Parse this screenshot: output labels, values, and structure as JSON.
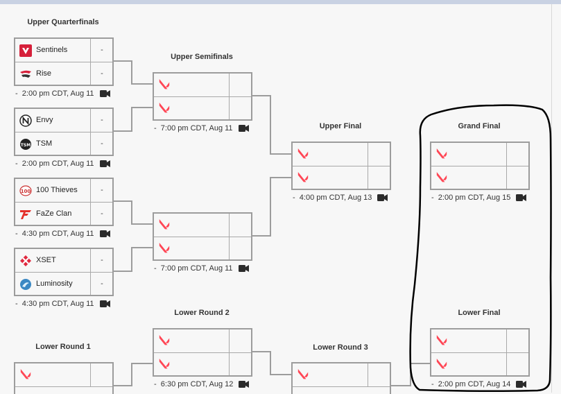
{
  "colors": {
    "valorant_red": "#ff4655",
    "border": "#9c9c9c",
    "annotation": "#000000"
  },
  "titles": {
    "upper_qf": "Upper Quarterfinals",
    "upper_sf": "Upper Semifinals",
    "upper_final": "Upper Final",
    "grand_final": "Grand Final",
    "lower_r1": "Lower Round 1",
    "lower_r2": "Lower Round 2",
    "lower_r3": "Lower Round 3",
    "lower_final": "Lower Final"
  },
  "matches": {
    "qf1": {
      "team1": "Sentinels",
      "team2": "Rise",
      "score1": "-",
      "score2": "-",
      "time": "2:00 pm CDT, Aug 11"
    },
    "qf2": {
      "team1": "Envy",
      "team2": "TSM",
      "score1": "-",
      "score2": "-",
      "time": "2:00 pm CDT, Aug 11"
    },
    "qf3": {
      "team1": "100 Thieves",
      "team2": "FaZe Clan",
      "score1": "-",
      "score2": "-",
      "time": "4:30 pm CDT, Aug 11"
    },
    "qf4": {
      "team1": "XSET",
      "team2": "Luminosity",
      "score1": "-",
      "score2": "-",
      "time": "4:30 pm CDT, Aug 11"
    },
    "sf1": {
      "time": "7:00 pm CDT, Aug 11"
    },
    "sf2": {
      "time": "7:00 pm CDT, Aug 11"
    },
    "uf": {
      "time": "4:00 pm CDT, Aug 13"
    },
    "gf": {
      "time": "2:00 pm CDT, Aug 15"
    },
    "lr2": {
      "time": "6:30 pm CDT, Aug 12"
    },
    "lf": {
      "time": "2:00 pm CDT, Aug 14"
    }
  },
  "icons": {
    "sentinels": "sentinels-logo-icon",
    "rise": "rise-logo-icon",
    "envy": "envy-logo-icon",
    "tsm": "tsm-logo-icon",
    "thieves": "100-thieves-logo-icon",
    "faze": "faze-clan-logo-icon",
    "xset": "xset-logo-icon",
    "luminosity": "luminosity-logo-icon",
    "placeholder": "valorant-logo-icon",
    "stream": "video-camera-icon"
  },
  "time_prefix": "-"
}
